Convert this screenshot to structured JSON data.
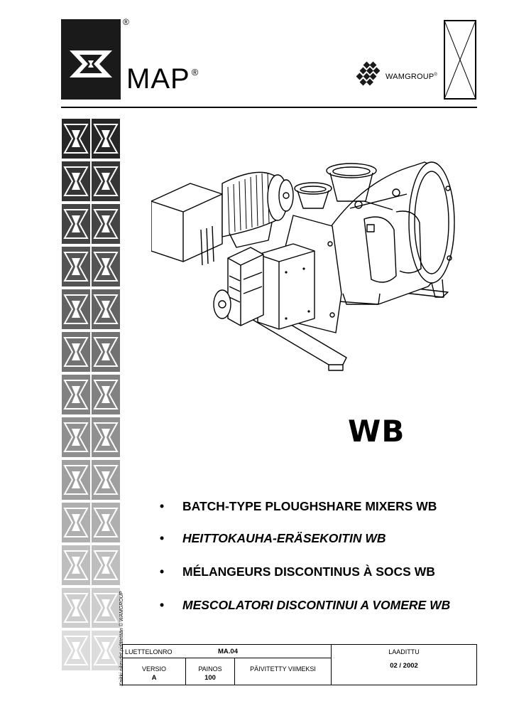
{
  "header": {
    "logo_registered": "®",
    "brand_name": "MAP",
    "brand_registered": "®",
    "group_logo_text": "WAMGROUP",
    "group_registered": "®"
  },
  "sidebar": {
    "copyright": "Kaikki oikeudet pidätetään © WAMGROUP"
  },
  "product": {
    "model_code": "WB"
  },
  "titles": [
    {
      "bullet": "•",
      "text": "BATCH-TYPE PLOUGHSHARE MIXERS  WB"
    },
    {
      "bullet": "•",
      "text": "HEITTOKAUHA-ERÄSEKOITIN WB"
    },
    {
      "bullet": "•",
      "text": "MÉLANGEURS DISCONTINUS À SOCS  WB"
    },
    {
      "bullet": "•",
      "text": "MESCOLATORI DISCONTINUI A VOMERE WB"
    }
  ],
  "info_table": {
    "catalogue_label": "LUETTELONRO",
    "catalogue_value": "MA.04",
    "version_label": "VERSIO",
    "version_value": "A",
    "edition_label": "PAINOS",
    "edition_value": "100",
    "updated_label": "PÄIVITETTY VIIMEKSI",
    "issued_label": "LAADITTU",
    "issued_value": "02 / 2002"
  },
  "colors": {
    "logo_black": "#1a1a1a",
    "sidebar_dark": "#262626",
    "sidebar_light": "#dcdcdc"
  }
}
